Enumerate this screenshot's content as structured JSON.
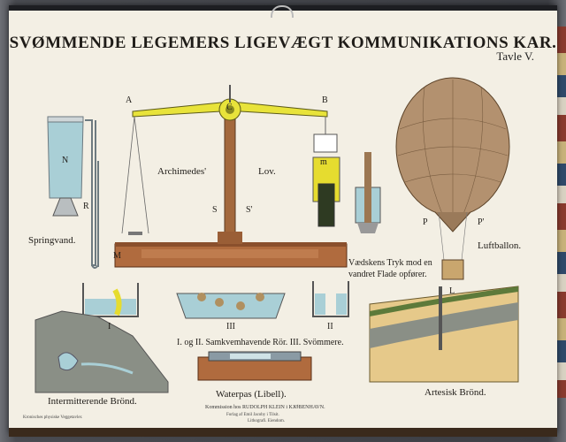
{
  "poster": {
    "title": "SVØMMENDE LEGEMERS LIGEVÆGT KOMMUNIKATIONS KAR.",
    "plate": "Tavle V.",
    "labels": {
      "archimedes": "Archimedes'",
      "lov": "Lov.",
      "springvand": "Springvand.",
      "luftballon": "Luftballon.",
      "tryk_line1": "Vædskens Tryk mod en",
      "tryk_line2": "vandret Flade opfører.",
      "samkvem": "I. og II. Samkvemhavende Rör.   III. Svömmere.",
      "intermitterende": "Intermitterende Brönd.",
      "waterpas": "Waterpas (Libell).",
      "artesisk": "Artesisk Brönd."
    },
    "footer": {
      "left": "Kronisches physiske Veggetavler.",
      "line1": "Kommission hos RUDOLPH KLEIN i KJØBENHAVN.",
      "line2": "Forlag af Emil Jacoby i Tilsit.",
      "line3": "Lithografi. Eiendom."
    },
    "marks": {
      "A": "A",
      "B": "B",
      "C": "C",
      "N": "N",
      "R": "R",
      "M": "M",
      "S": "S",
      "S2": "S'",
      "m": "m",
      "L": "L",
      "P": "P",
      "P2": "P'",
      "I": "I",
      "II": "II",
      "III": "III"
    }
  }
}
